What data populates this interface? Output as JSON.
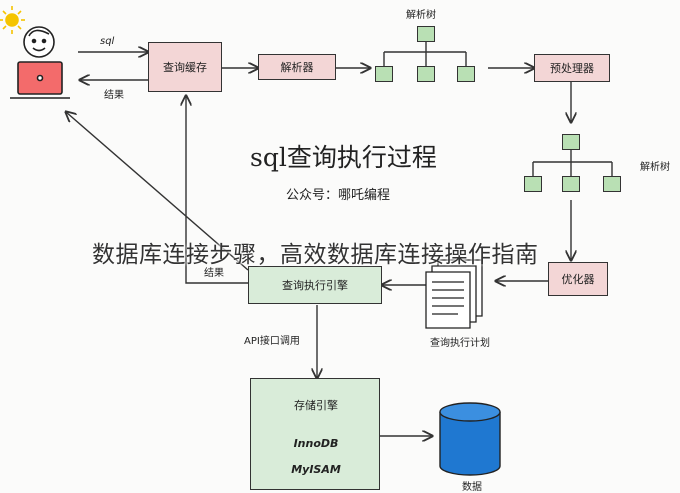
{
  "title": "sql查询执行过程",
  "subtitle": "公众号：哪吒编程",
  "overlay_text": "数据库连接步骤，高效数据库连接操作指南",
  "nodes": {
    "query_cache": "查询缓存",
    "parser": "解析器",
    "preprocessor": "预处理器",
    "optimizer": "优化器",
    "exec_engine": "查询执行引擎",
    "storage_engine": "存储引擎",
    "innodb": "InnoDB",
    "myisam": "MyISAM",
    "plan": "查询执行计划",
    "data": "数据"
  },
  "edge_labels": {
    "sql": "sql",
    "result_top": "结果",
    "parse_tree_top": "解析树",
    "parse_tree_right": "解析树",
    "result_mid": "结果",
    "api_call": "API接口调用"
  },
  "colors": {
    "pink_box": "#f3d6d6",
    "green_box": "#d9ecd9",
    "tree_node": "#b9e0b4",
    "database": "#1f78d1",
    "sun": "#f5c400"
  }
}
